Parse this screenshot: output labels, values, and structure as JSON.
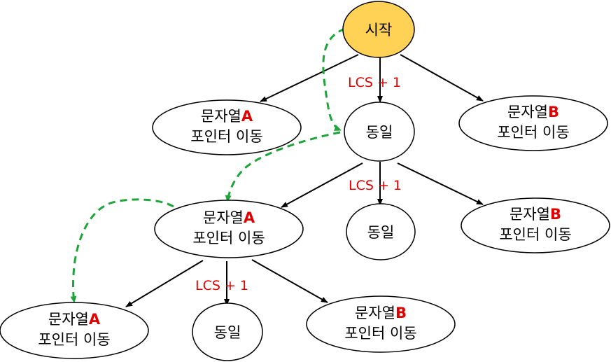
{
  "colors": {
    "start_fill": "#FFD154",
    "node_fill": "#FFFFFF",
    "stroke": "#000000",
    "accent_red": "#E00000",
    "trace_green": "#1DA53A"
  },
  "nodes": {
    "start": {
      "label": "시작"
    },
    "n1a": {
      "line1": "문자열",
      "letter": "A",
      "line2": "포인터 이동"
    },
    "n1s": {
      "label": "동일"
    },
    "n1b": {
      "line1": "문자열",
      "letter": "B",
      "line2": "포인터 이동"
    },
    "n2a": {
      "line1": "문자열",
      "letter": "A",
      "line2": "포인터 이동"
    },
    "n2s": {
      "label": "동일"
    },
    "n2b": {
      "line1": "문자열",
      "letter": "B",
      "line2": "포인터 이동"
    },
    "n3a": {
      "line1": "문자열",
      "letter": "A",
      "line2": "포인터 이동"
    },
    "n3s": {
      "label": "동일"
    },
    "n3b": {
      "line1": "문자열",
      "letter": "B",
      "line2": "포인터 이동"
    }
  },
  "edge_labels": {
    "e1": "LCS + 1",
    "e2": "LCS + 1",
    "e3": "LCS + 1"
  }
}
